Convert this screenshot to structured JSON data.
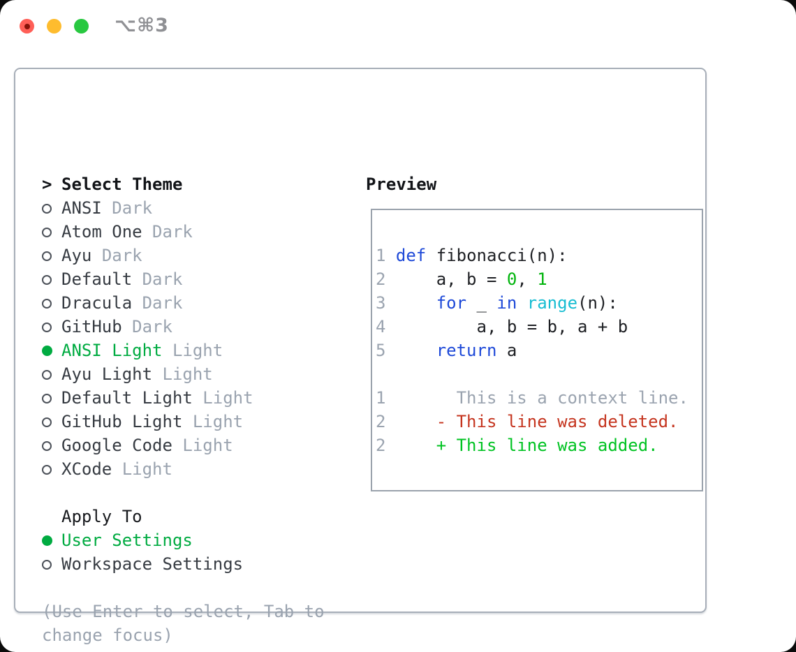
{
  "window": {
    "title": "⌥⌘3",
    "buttons": [
      "close",
      "minimize",
      "zoom"
    ]
  },
  "theme_picker": {
    "header": {
      "cursor": ">",
      "label": "Select Theme"
    },
    "items": [
      {
        "name": "ANSI",
        "variant": "Dark",
        "selected": false
      },
      {
        "name": "Atom One",
        "variant": "Dark",
        "selected": false
      },
      {
        "name": "Ayu",
        "variant": "Dark",
        "selected": false
      },
      {
        "name": "Default",
        "variant": "Dark",
        "selected": false
      },
      {
        "name": "Dracula",
        "variant": "Dark",
        "selected": false
      },
      {
        "name": "GitHub",
        "variant": "Dark",
        "selected": false
      },
      {
        "name": "ANSI Light",
        "variant": "Light",
        "selected": true
      },
      {
        "name": "Ayu Light",
        "variant": "Light",
        "selected": false
      },
      {
        "name": "Default Light",
        "variant": "Light",
        "selected": false
      },
      {
        "name": "GitHub Light",
        "variant": "Light",
        "selected": false
      },
      {
        "name": "Google Code",
        "variant": "Light",
        "selected": false
      },
      {
        "name": "XCode",
        "variant": "Light",
        "selected": false
      }
    ],
    "apply_to": {
      "label": "Apply To",
      "options": [
        {
          "name": "User Settings",
          "selected": true
        },
        {
          "name": "Workspace Settings",
          "selected": false
        }
      ]
    },
    "hint_lines": [
      "(Use Enter to select, Tab to",
      "change focus)"
    ]
  },
  "preview": {
    "label": "Preview",
    "lines": [
      [
        [
          "ln",
          "1 "
        ],
        [
          "kw",
          "def"
        ],
        [
          "pl",
          " fibonacci(n):"
        ]
      ],
      [
        [
          "ln",
          "2 "
        ],
        [
          "pl",
          "    a, b = "
        ],
        [
          "num",
          "0"
        ],
        [
          "pl",
          ", "
        ],
        [
          "num",
          "1"
        ]
      ],
      [
        [
          "ln",
          "3 "
        ],
        [
          "pl",
          "    "
        ],
        [
          "kw",
          "for"
        ],
        [
          "pl",
          " _ "
        ],
        [
          "kw",
          "in"
        ],
        [
          "pl",
          " "
        ],
        [
          "bi",
          "range"
        ],
        [
          "pl",
          "(n):"
        ]
      ],
      [
        [
          "ln",
          "4 "
        ],
        [
          "pl",
          "        a, b = b, a + b"
        ]
      ],
      [
        [
          "ln",
          "5 "
        ],
        [
          "pl",
          "    "
        ],
        [
          "kw",
          "return"
        ],
        [
          "pl",
          " a"
        ]
      ],
      [],
      [
        [
          "ln",
          "1 "
        ],
        [
          "ctx",
          "      This is a context line."
        ]
      ],
      [
        [
          "ln",
          "2 "
        ],
        [
          "del",
          "    - This line was deleted."
        ]
      ],
      [
        [
          "ln",
          "2 "
        ],
        [
          "add",
          "    + This line was added."
        ]
      ]
    ]
  },
  "colors": {
    "accent_green": "#00ab41",
    "code_keyword_blue": "#1e49d8",
    "code_builtin_cyan": "#17bdd2",
    "code_number_green": "#00b40c",
    "diff_added_green": "#00c322",
    "diff_deleted_red": "#c5351f",
    "muted_gray": "#9aa3af",
    "traffic_red": "#ff5f57",
    "traffic_yellow": "#febc2e",
    "traffic_green": "#28c840"
  }
}
